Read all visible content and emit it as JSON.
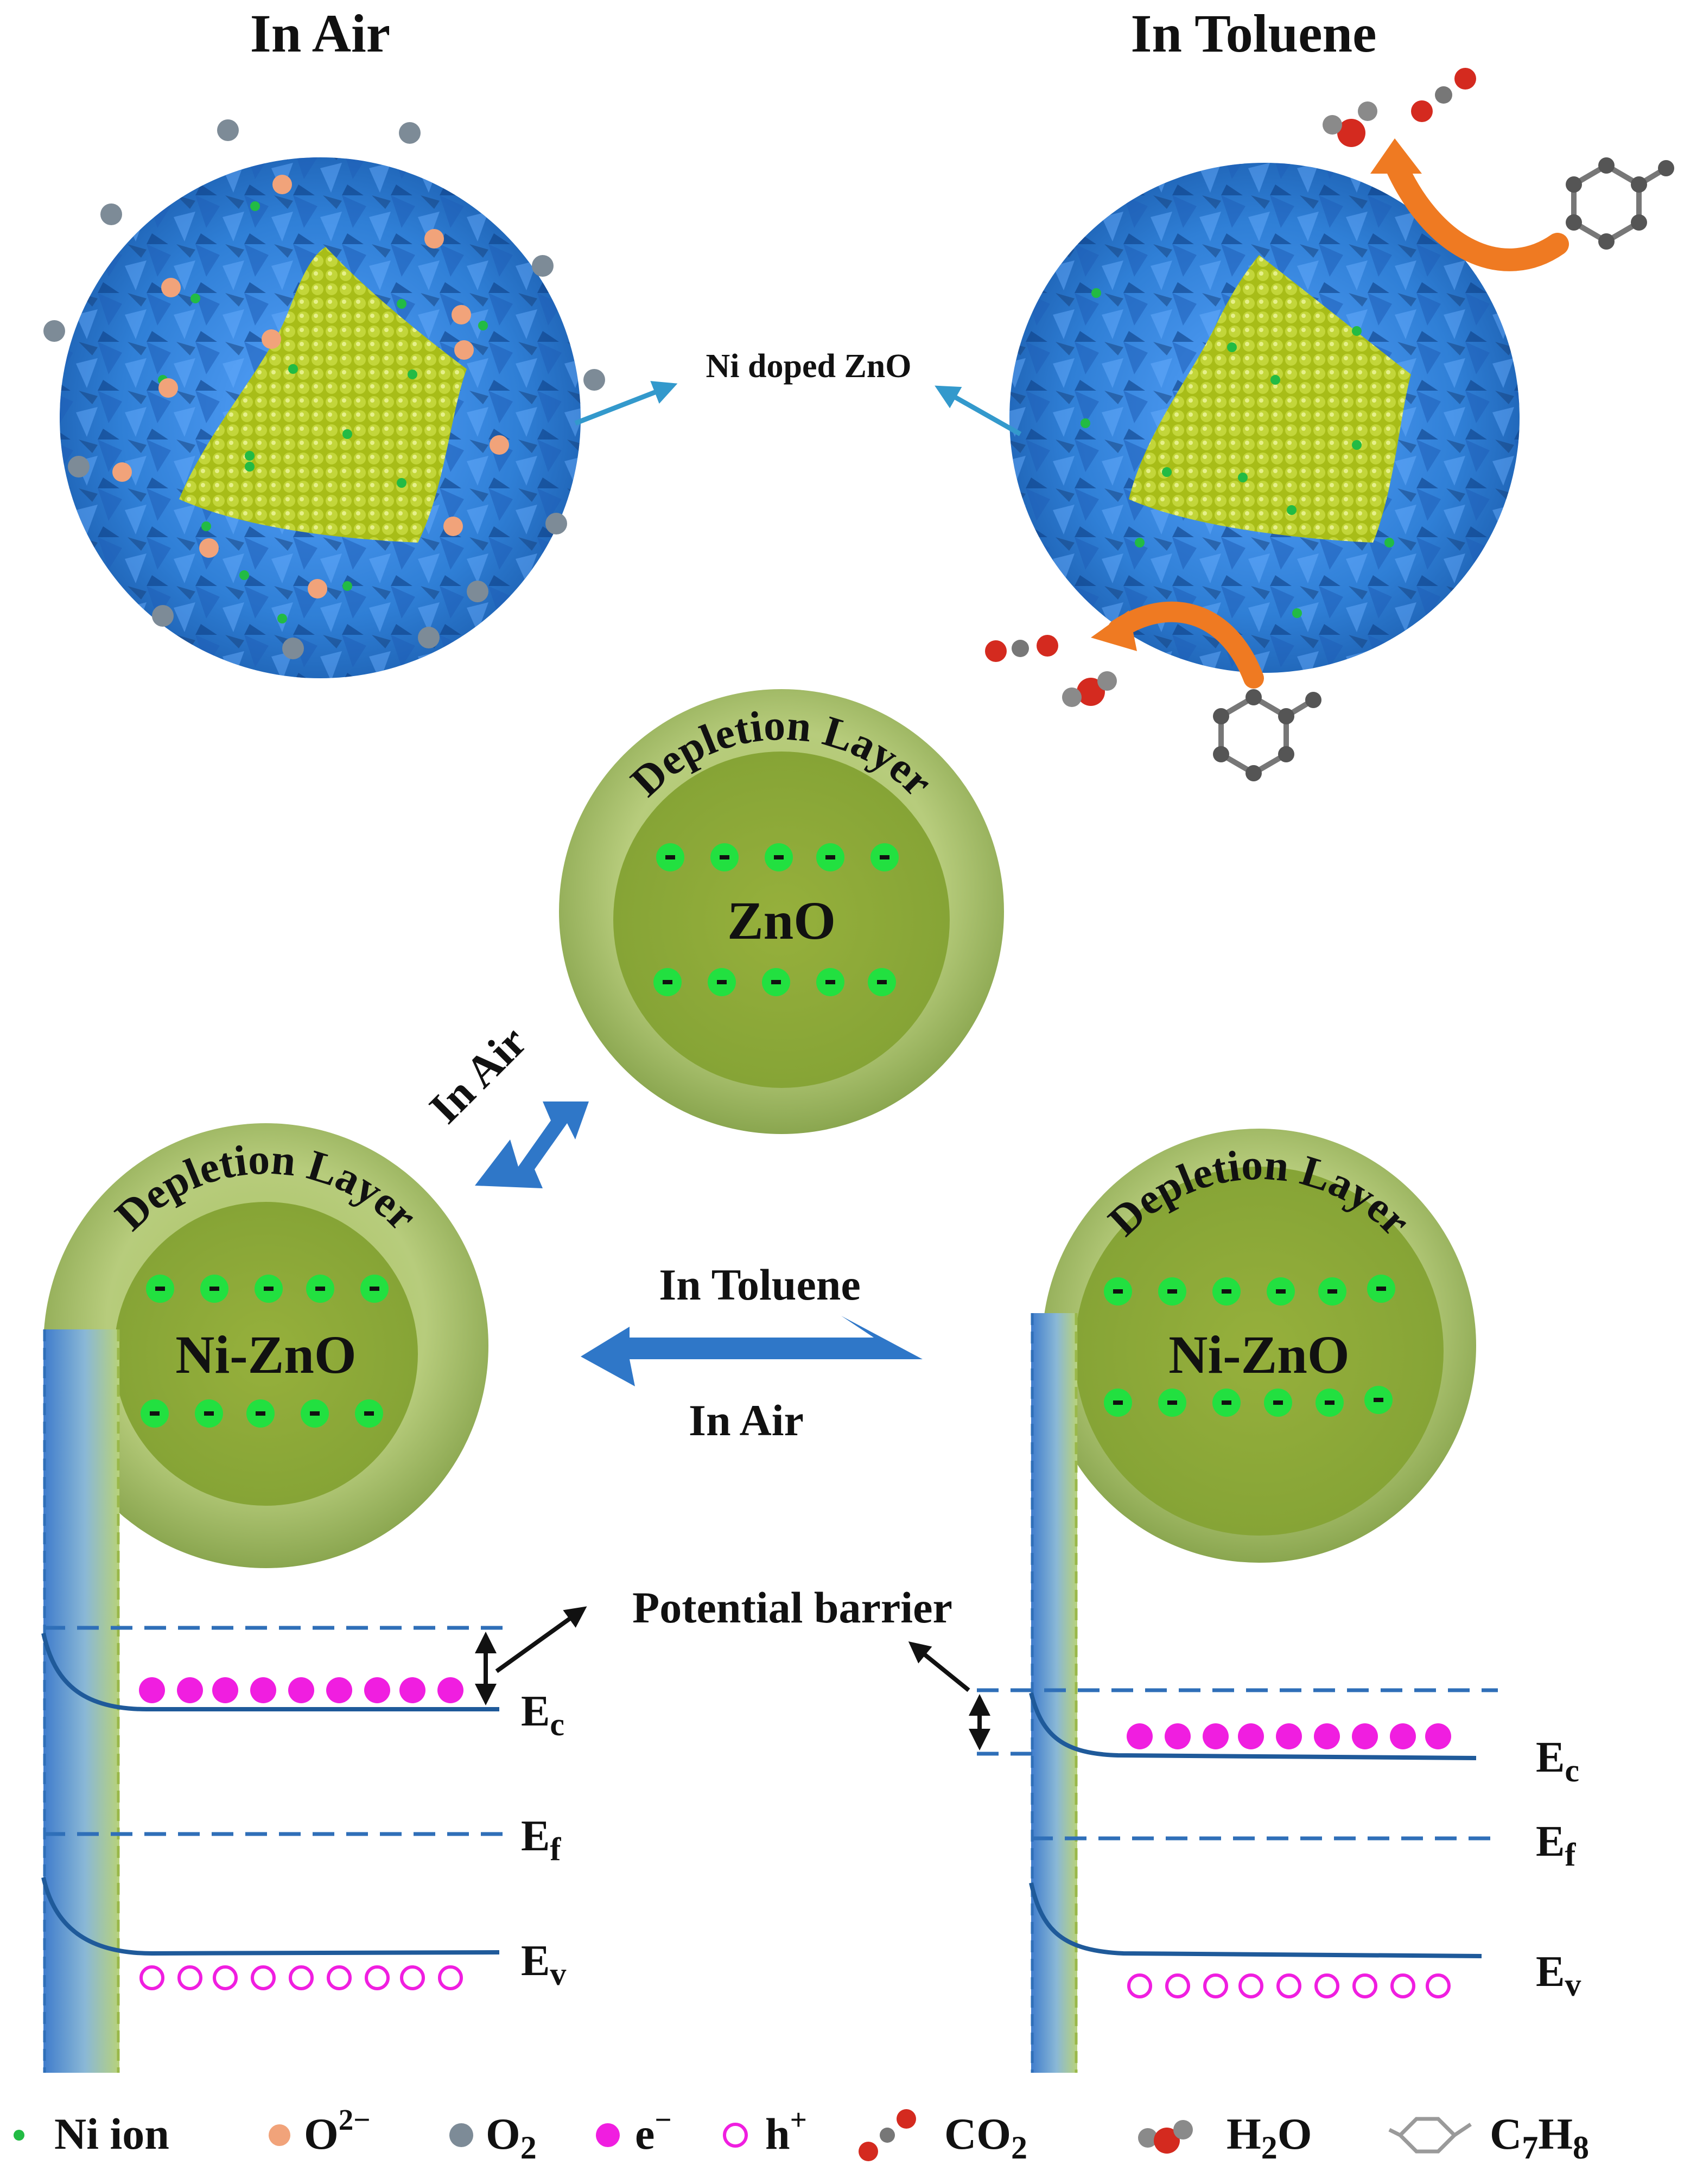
{
  "titles": {
    "air": "In Air",
    "toluene": "In Toluene"
  },
  "material_label": "Ni doped ZnO",
  "particles": {
    "top": {
      "name": "ZnO",
      "layer": "Depletion Layer"
    },
    "left": {
      "name": "Ni-ZnO",
      "layer": "Depletion Layer"
    },
    "right": {
      "name": "Ni-ZnO",
      "layer": "Depletion Layer"
    }
  },
  "arrows": {
    "diagonal": "In Air",
    "horizontal_top": "In Toluene",
    "horizontal_bottom": "In Air"
  },
  "barrier_label": "Potential barrier",
  "bands": {
    "ec": {
      "main": "E",
      "sub": "c"
    },
    "ef": {
      "main": "E",
      "sub": "f"
    },
    "ev": {
      "main": "E",
      "sub": "v"
    }
  },
  "legend": {
    "ni": "Ni ion",
    "o2minus": {
      "main": "O",
      "sup": "2−"
    },
    "o2": {
      "main": "O",
      "sub": "2"
    },
    "electron": {
      "main": "e",
      "sup": "−"
    },
    "hole": {
      "main": "h",
      "sup": "+"
    },
    "co2": {
      "main": "CO",
      "sub": "2"
    },
    "h2o": {
      "main": "H",
      "sub": "2",
      "tail": "O"
    },
    "c7h8": {
      "p1": "C",
      "s1": "7",
      "p2": "H",
      "s2": "8"
    }
  },
  "colors": {
    "shell_blue": "#2f7fd6",
    "core_yellow": "#b9cc22",
    "ni_green": "#22bb44",
    "o2minus_orange": "#f1a37a",
    "o2_grey": "#7d8b97",
    "electron_magenta": "#f01ee0",
    "band_blue": "#1f5a9a",
    "arrow_blue": "#2f77c8",
    "reaction_orange": "#ef7a22",
    "depletion_green": "#9ab84a",
    "core_green": "#8aac3c"
  }
}
